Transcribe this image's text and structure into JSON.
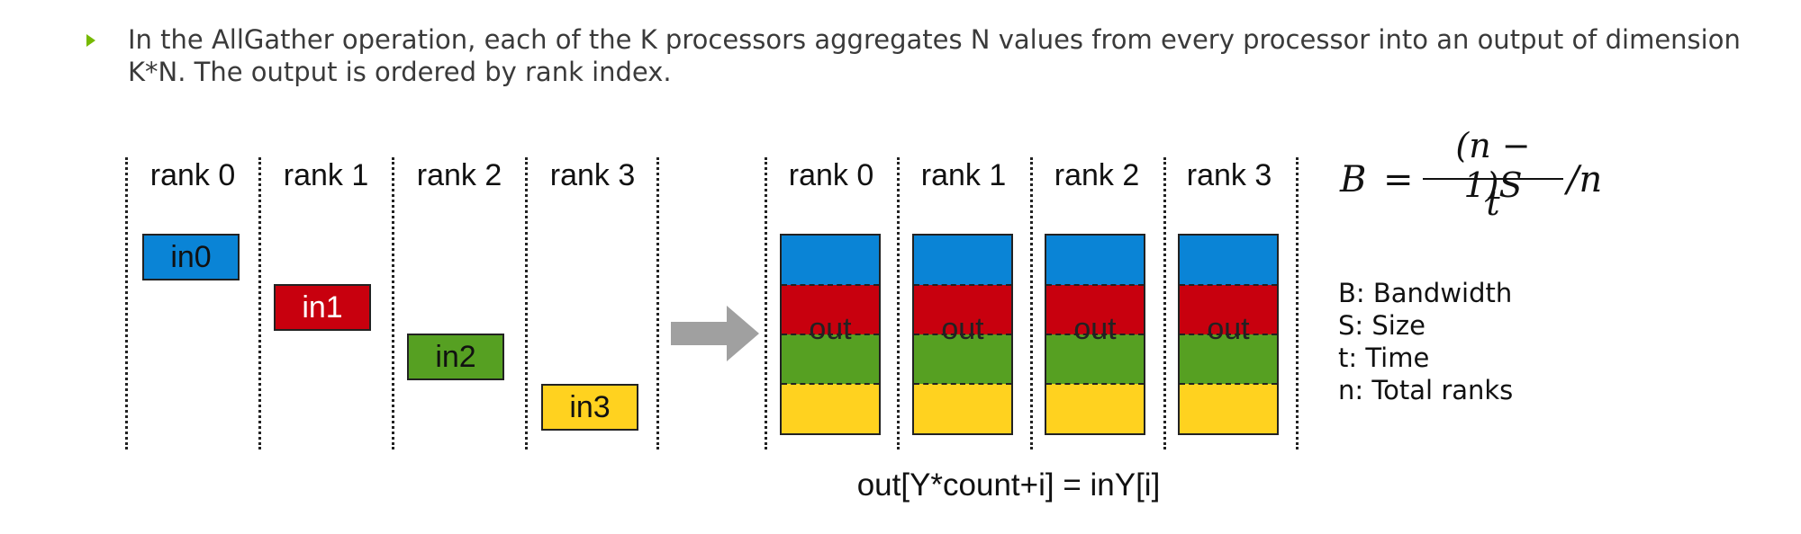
{
  "bullet": {
    "text_line1": "In the AllGather operation, each of the K processors aggregates N values from every processor into an output of dimension",
    "text_line2": "K*N. The output is ordered by rank index."
  },
  "colors": {
    "bullet": "#76b900",
    "rank0": "#0a84d6",
    "rank1": "#c8000e",
    "rank2": "#56a022",
    "rank3": "#ffd21f",
    "arrow": "#a0a0a0"
  },
  "inputs": {
    "ranks": [
      "rank 0",
      "rank 1",
      "rank 2",
      "rank 3"
    ],
    "buffers": [
      "in0",
      "in1",
      "in2",
      "in3"
    ]
  },
  "outputs": {
    "ranks": [
      "rank 0",
      "rank 1",
      "rank 2",
      "rank 3"
    ],
    "buffer_label": "out"
  },
  "formula_text": "out[Y*count+i] = inY[i]",
  "equation": {
    "lhs": "B",
    "equals": "=",
    "numerator": "(n − 1)S",
    "denominator": "t",
    "tail": "/n"
  },
  "legend": [
    "B: Bandwidth",
    "S: Size",
    "t: Time",
    "n: Total ranks"
  ]
}
